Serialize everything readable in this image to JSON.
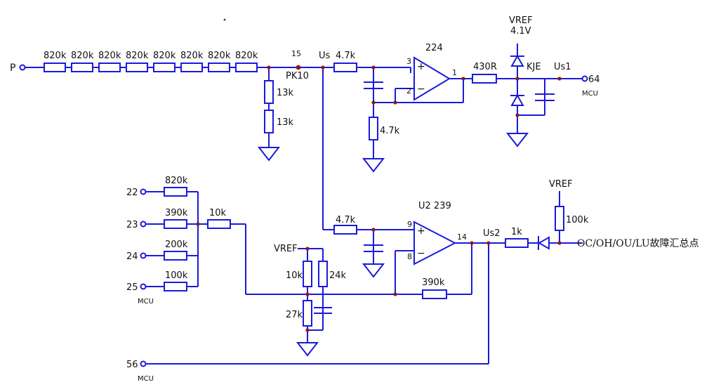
{
  "labels": {
    "p_terminal": "P",
    "r_in_1": "820k",
    "r_in_2": "820k",
    "r_in_3": "820k",
    "r_in_4": "820k",
    "r_in_5": "820k",
    "r_in_6": "820k",
    "r_in_7": "820k",
    "r_in_8": "820k",
    "node_num": "15",
    "node_name": "PK10",
    "r_div_1": "13k",
    "r_div_2": "13k",
    "us": "Us",
    "r_top": "4.7k",
    "r_top_gnd": "4.7k",
    "op_top_name": "224",
    "op_top_pin_plus": "3",
    "op_top_pin_minus": "2",
    "op_top_pin_out": "1",
    "r_out": "430R",
    "vref_top": "VREF",
    "vref_top_val": "4.1V",
    "kje": "KJE",
    "us1": "Us1",
    "pin_64": "64",
    "mcu_64": "MCU",
    "in_22": "22",
    "in_23": "23",
    "in_24": "24",
    "in_25": "25",
    "mcu_25": "MCU",
    "r_22": "820k",
    "r_23": "390k",
    "r_24": "200k",
    "r_25": "100k",
    "r_sum": "10k",
    "vref_mid": "VREF",
    "r_10k": "10k",
    "r_24k": "24k",
    "r_27k": "27k",
    "r_bot": "4.7k",
    "op_bot_name": "U2  239",
    "op_bot_pin_plus": "9",
    "op_bot_pin_minus": "8",
    "op_bot_pin_out": "14",
    "r_fb": "390k",
    "us2": "Us2",
    "r_1k": "1k",
    "vref_bot": "VREF",
    "r_100k": "100k",
    "fault": "OC/OH/OU/LU故障汇总点",
    "in_56": "56",
    "mcu_56": "MCU"
  }
}
